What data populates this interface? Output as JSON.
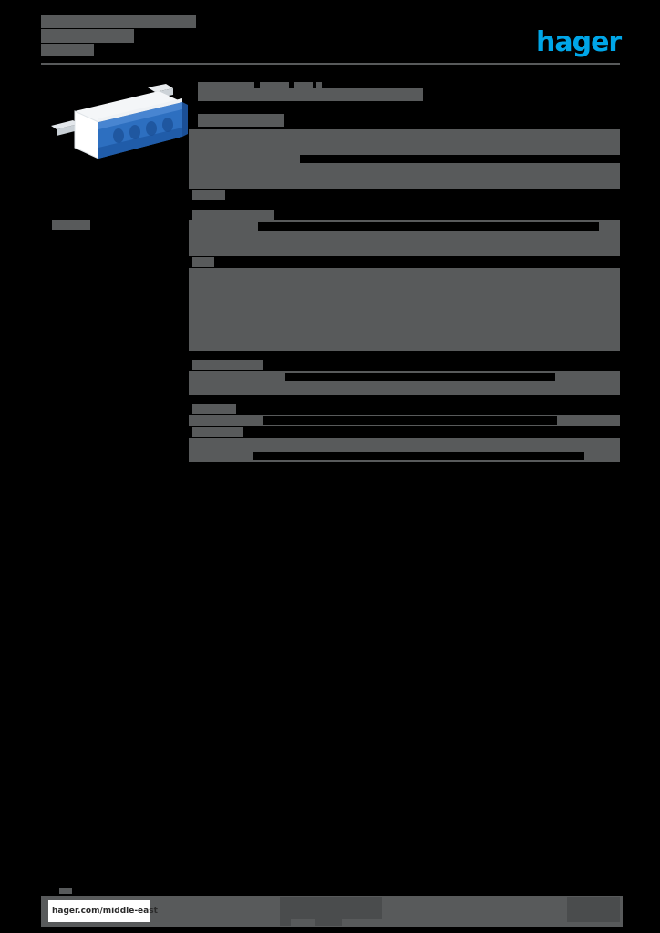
{
  "document": {
    "type": "product-datasheet",
    "brand": "hager",
    "page_background": "#000000",
    "redaction_color": "#585a5b",
    "accent_color": "#00a6e8"
  },
  "header": {
    "logo_text": "hager",
    "title_line_1_redacted": true,
    "title_line_2_redacted": true,
    "title_line_3_redacted": true,
    "rule_visible": true
  },
  "product_image": {
    "icon": "terminal-block-product-photo",
    "body_color": "#2d6fc0",
    "housing_color": "#f2f4f6",
    "alt_redacted": true
  },
  "left_column": {
    "meta_label_redacted": true
  },
  "main": {
    "title_redacted": true,
    "subtitle_redacted": true,
    "table": {
      "groups": [
        {
          "name": "group-1",
          "rows": [
            {
              "label_w": 68,
              "value_w": 0,
              "indent": 0,
              "stripe": true,
              "h": 11
            },
            {
              "label_w": 24,
              "value_w": 0,
              "indent": 0,
              "stripe": true,
              "h": 11
            },
            {
              "label_w": 24,
              "value_w": 366,
              "indent": 122,
              "stripe": true,
              "h": 11
            },
            {
              "label_w": 24,
              "value_w": 0,
              "indent": 0,
              "stripe": true,
              "h": 11
            },
            {
              "label_w": 44,
              "value_w": 0,
              "indent": 0,
              "stripe": true,
              "h": 11
            },
            {
              "label_w": 36,
              "value_w": 0,
              "indent": 0,
              "stripe": false,
              "h": 11
            }
          ]
        },
        {
          "name": "group-2",
          "rows": [
            {
              "label_w": 90,
              "value_w": 0,
              "indent": 0,
              "stripe": false,
              "h": 11
            },
            {
              "label_w": 58,
              "value_w": 374,
              "indent": 76,
              "stripe": true,
              "h": 11
            },
            {
              "label_w": 24,
              "value_w": 0,
              "indent": 0,
              "stripe": true,
              "h": 11
            },
            {
              "label_w": 24,
              "value_w": 0,
              "indent": 0,
              "stripe": true,
              "h": 11
            },
            {
              "label_w": 24,
              "value_w": 0,
              "indent": 0,
              "stripe": false,
              "h": 11
            },
            {
              "label_w": 24,
              "value_w": 0,
              "indent": 0,
              "stripe": true,
              "h": 11
            },
            {
              "label_w": 28,
              "value_w": 0,
              "indent": 0,
              "stripe": true,
              "h": 11
            },
            {
              "label_w": 24,
              "value_w": 0,
              "indent": 0,
              "stripe": true,
              "h": 11
            },
            {
              "label_w": 30,
              "value_w": 0,
              "indent": 0,
              "stripe": true,
              "h": 11
            },
            {
              "label_w": 24,
              "value_w": 0,
              "indent": 0,
              "stripe": true,
              "h": 11
            },
            {
              "label_w": 26,
              "value_w": 0,
              "indent": 0,
              "stripe": true,
              "h": 11
            },
            {
              "label_w": 30,
              "value_w": 0,
              "indent": 0,
              "stripe": true,
              "h": 11
            }
          ]
        },
        {
          "name": "group-3",
          "rows": [
            {
              "label_w": 78,
              "value_w": 0,
              "indent": 0,
              "stripe": false,
              "h": 11
            },
            {
              "label_w": 24,
              "value_w": 296,
              "indent": 106,
              "stripe": true,
              "h": 11
            },
            {
              "label_w": 24,
              "value_w": 0,
              "indent": 0,
              "stripe": true,
              "h": 11
            }
          ]
        },
        {
          "name": "group-4",
          "rows": [
            {
              "label_w": 48,
              "value_w": 0,
              "indent": 0,
              "stripe": false,
              "h": 11
            },
            {
              "label_w": 24,
              "value_w": 322,
              "indent": 82,
              "stripe": true,
              "h": 11
            },
            {
              "label_w": 56,
              "value_w": 0,
              "indent": 0,
              "stripe": false,
              "h": 11
            },
            {
              "label_w": 24,
              "value_w": 0,
              "indent": 0,
              "stripe": true,
              "h": 11
            },
            {
              "label_w": 24,
              "value_w": 364,
              "indent": 70,
              "stripe": true,
              "h": 11
            }
          ]
        }
      ]
    }
  },
  "footer": {
    "url": "hager.com/middle-east",
    "center_text_redacted": true,
    "page_number_redacted": true
  }
}
